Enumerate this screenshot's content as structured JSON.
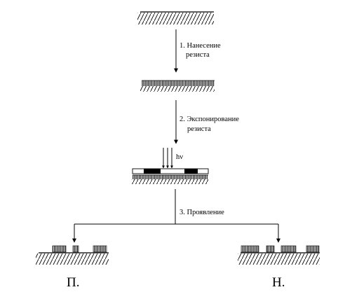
{
  "steps": [
    {
      "number_label": "1. Нанесение",
      "continuation": "резиста"
    },
    {
      "number_label": "2. Экспонирование",
      "continuation": "резиста"
    },
    {
      "number_label": "3. Проявление"
    }
  ],
  "exposure_symbol": "hν",
  "results": {
    "left_label": "П.",
    "right_label": "Н."
  },
  "colors": {
    "ink": "#000000",
    "background": "#ffffff"
  }
}
